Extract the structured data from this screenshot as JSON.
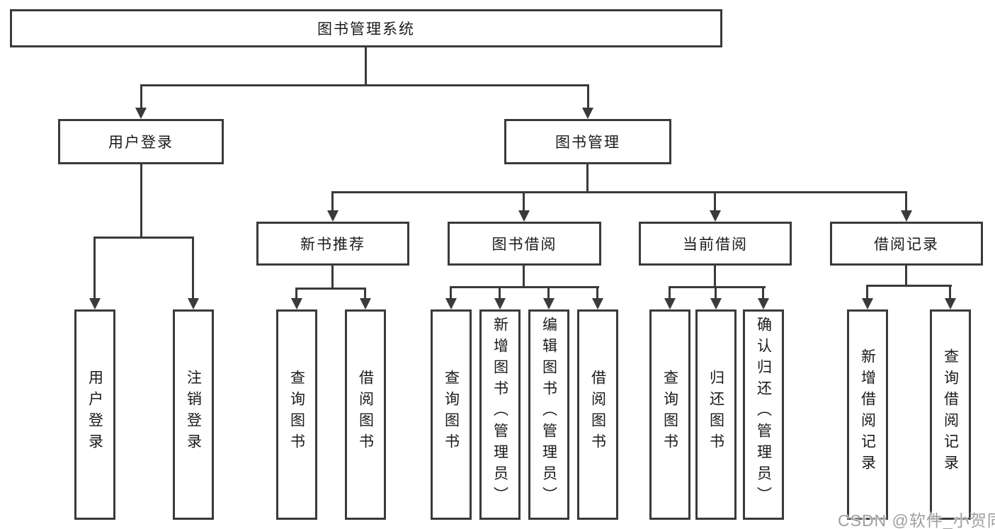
{
  "diagram": {
    "root": {
      "label": "图书管理系统"
    },
    "branches": [
      {
        "label": "用户登录",
        "children": [
          {
            "label": "用户登录"
          },
          {
            "label": "注销登录"
          }
        ]
      },
      {
        "label": "图书管理",
        "children": [
          {
            "label": "新书推荐",
            "children": [
              {
                "label": "查询图书"
              },
              {
                "label": "借阅图书"
              }
            ]
          },
          {
            "label": "图书借阅",
            "children": [
              {
                "label": "查询图书"
              },
              {
                "label": "新增图书（管理员）"
              },
              {
                "label": "编辑图书（管理员）"
              },
              {
                "label": "借阅图书"
              }
            ]
          },
          {
            "label": "当前借阅",
            "children": [
              {
                "label": "查询图书"
              },
              {
                "label": "归还图书"
              },
              {
                "label": "确认归还（管理员）"
              }
            ]
          },
          {
            "label": "借阅记录",
            "children": [
              {
                "label": "新增借阅记录"
              },
              {
                "label": "查询借阅记录"
              }
            ]
          }
        ]
      }
    ]
  },
  "watermark": {
    "text": "CSDN @软件_小贺同学"
  },
  "colors": {
    "line": "#3a3a3a",
    "text": "#1a1a1a",
    "watermark": "#9e9e9e"
  }
}
